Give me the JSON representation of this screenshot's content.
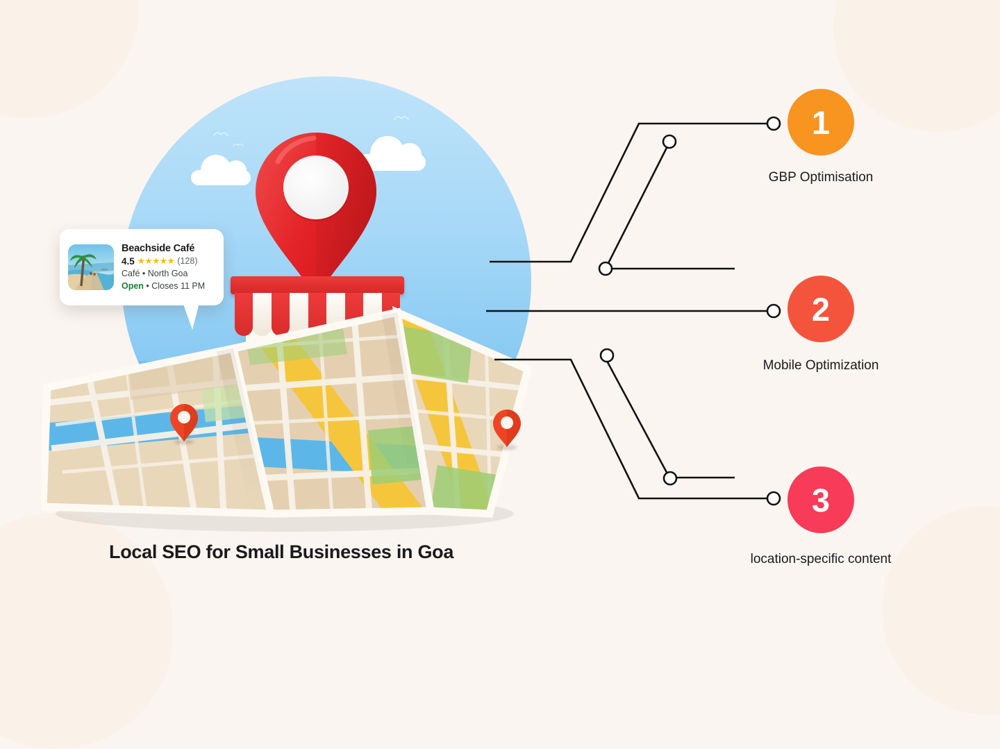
{
  "page": {
    "title": "Local SEO for Small Businesses in Goa",
    "background_color": "#faf5f1",
    "blob_color": "#f9efe4"
  },
  "info_card": {
    "name": "Beachside Café",
    "rating": "4.5",
    "stars": "★★★★★",
    "review_count": "(128)",
    "category": "Café • North Goa",
    "open_label": "Open",
    "hours": " • Closes 11 PM",
    "thumbnail_alt": "beach-palm-photo",
    "star_color": "#fbbc04",
    "open_color": "#188038"
  },
  "steps": [
    {
      "number": "1",
      "label": "GBP Optimisation",
      "color": "#f89420"
    },
    {
      "number": "2",
      "label": "Mobile Optimization",
      "color": "#f4543c"
    },
    {
      "number": "3",
      "label": "location-specific content",
      "color": "#f73b58"
    }
  ],
  "illustration": {
    "sky_top_color": "#bfe3fa",
    "sky_bottom_color": "#6cbcee",
    "pin_color": "#e32327",
    "awning_red": "#ee3a3a",
    "awning_white": "#fffdf8",
    "door_color": "#1f5f93",
    "map_land_color": "#e8d5b8",
    "map_water_color": "#5cb7e8",
    "map_park_color": "#8fc96a",
    "map_road_color": "#f5c63c",
    "map_pin_color": "#ef4423"
  },
  "connector": {
    "line_color": "#111111",
    "node_fill": "#ffffff",
    "line_width": 2.6
  }
}
